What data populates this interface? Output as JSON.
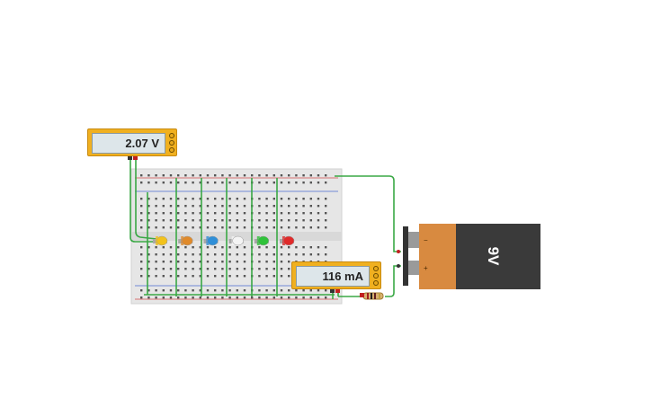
{
  "voltmeter": {
    "reading": "2.07 V"
  },
  "ammeter": {
    "reading": "116 mA"
  },
  "battery": {
    "label": "9V",
    "minus": "−",
    "plus": "+"
  },
  "leds": [
    {
      "color": "#f2c21b",
      "name": "yellow"
    },
    {
      "color": "#e08a2a",
      "name": "orange"
    },
    {
      "color": "#2f8fd8",
      "name": "blue"
    },
    {
      "color": "#f4f4f4",
      "name": "white"
    },
    {
      "color": "#2fc23a",
      "name": "green"
    },
    {
      "color": "#e02a2a",
      "name": "red"
    }
  ],
  "colors": {
    "wire": "#3aa845",
    "breadboard": "#e6e6e6",
    "meter": "#f0b020",
    "battery_body": "#3a3a3a",
    "battery_cap": "#d88a40"
  }
}
